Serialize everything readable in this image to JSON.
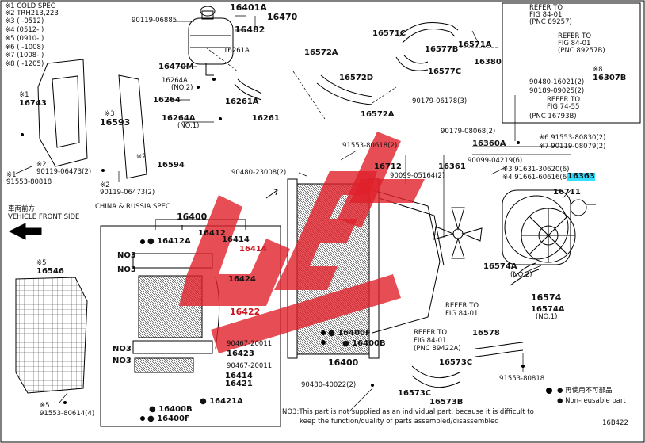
{
  "notes": [
    "※1 COLD SPEC",
    "※2 TRH213,223",
    "※3 (      -0512)",
    "※4 (0512-      )",
    "※5 (0910-      )",
    "※6 (      -1008)",
    "※7 (1008-      )",
    "※8 (      -1205)"
  ],
  "parts": {
    "p16401A": "16401A",
    "p16470": "16470",
    "p90119_06885": "90119-06885",
    "p16482": "16482",
    "p16261A": "16261A",
    "p16470M": "16470M",
    "p16264A": "16264A",
    "no1": "(NO.1)",
    "no2": "(NO.2)",
    "p16264": "16264",
    "p16261": "16261",
    "p16571C": "16571C",
    "p16571A": "16571A",
    "p16577B": "16577B",
    "p16572A": "16572A",
    "p16380": "16380",
    "p16577C": "16577C",
    "p16572D": "16572D",
    "p90179_06178": "90179-06178(3)",
    "note1": "※1",
    "note2": "※2",
    "note3": "※3",
    "note5": "※5",
    "note8": "※8",
    "p16307B": "16307B",
    "p90480_16021": "90480-16021(2)",
    "p90189_09025": "90189-09025(2)",
    "p90179_08068": "90179-08068(2)",
    "p91553_80830": "※6 91553-80830(2)",
    "p16360A": "16360A",
    "p90119_08079": "※7 90119-08079(2)",
    "p91553_80618": "91553-80618(2)",
    "p90099_04219": "90099-04219(6)",
    "p16712": "16712",
    "p16361": "16361",
    "p91631_30620": "※3 91631-30620(6)",
    "p90480_23008": "90480-23008(2)",
    "p90099_05164": "90099-05164(2)",
    "p91661_60616": "※4 91661-60616(6)",
    "p16363": "16363",
    "p16711": "16711",
    "p16743": "16743",
    "p16593": "16593",
    "p16594": "16594",
    "p90119_06473": "90119-06473(2)",
    "p91553_80818": "91553-80818",
    "p16400": "16400",
    "p16546": "16546",
    "p91553_80614": "91553-80614(4)",
    "p16412": "16412",
    "p16412A_dot": "● 16412A",
    "p16414": "16414",
    "p16424": "16424",
    "p16422": "16422",
    "p90467_20011": "90467-20011",
    "p16423": "16423",
    "p16421": "16421",
    "p16421A_dot": "● 16421A",
    "p16400B": "● 16400B",
    "p16400F": "● 16400F",
    "p90480_40022": "90480-40022(2)",
    "p16578": "16578",
    "p16574A": "16574A",
    "p16574": "16574",
    "p16573C": "16573C",
    "p16573B": "16573B"
  },
  "refer": {
    "r1": [
      "REFER TO",
      "FIG 84-01",
      "(PNC 89257)"
    ],
    "r2": [
      "REFER TO",
      "FIG 84-01",
      "(PNC 89257B)"
    ],
    "r3": [
      "REFER TO",
      "FIG 74-55",
      "(PNC 16793B)"
    ],
    "r4": [
      "REFER TO",
      "FIG 84-01"
    ],
    "r5": [
      "REFER TO",
      "FIG 84-01",
      "(PNC 89422A)"
    ]
  },
  "front": {
    "jp": "車両前方",
    "en": "VEHICLE FRONT SIDE"
  },
  "spec_box": {
    "title": "CHINA & RUSSIA SPEC",
    "no3": "NO3"
  },
  "legend": {
    "jp": "● 再使用不可部品",
    "en": "● Non-reusable part"
  },
  "footnote": [
    "NO3:This part is not supplied as an individual part, because it is difficult to",
    "keep the function/quality of parts assembled/disassembled"
  ],
  "diagram_id": "16B422",
  "colors": {
    "highlight": "#33e0ff",
    "watermark": "#e0212b"
  }
}
